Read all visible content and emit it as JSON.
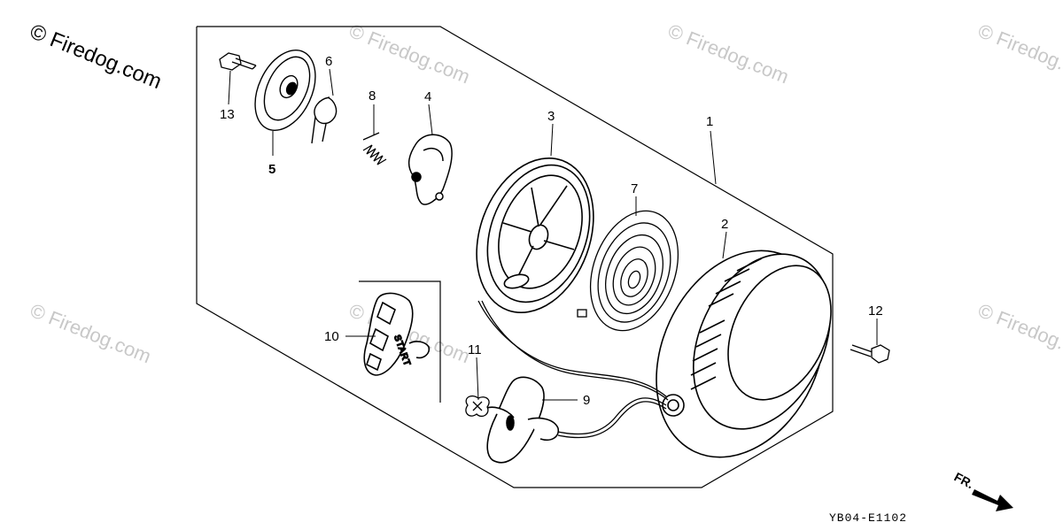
{
  "watermark": {
    "main": "© Firedog.com",
    "faint": "© Firedog.com"
  },
  "diagram_code": "YB04-E1102",
  "direction_label": "FR.",
  "handle_text": "START",
  "callouts": {
    "p1": "1",
    "p2": "2",
    "p3": "3",
    "p4": "4",
    "p5": "5",
    "p6": "6",
    "p7": "7",
    "p8": "8",
    "p9": "9",
    "p10": "10",
    "p11": "11",
    "p12": "12",
    "p13": "13"
  },
  "colors": {
    "line": "#000000",
    "watermark": "#c8c8c8"
  }
}
